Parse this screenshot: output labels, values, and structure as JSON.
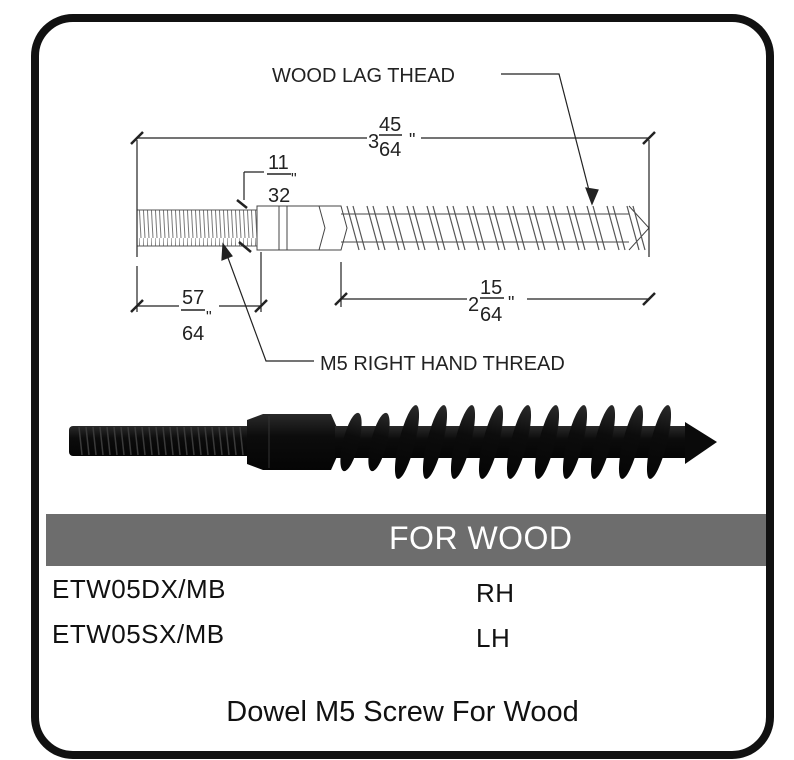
{
  "drawing": {
    "callout_lag": "WOOD LAG THEAD",
    "callout_machine": "M5 RIGHT HAND THREAD",
    "dim_total": {
      "whole": "3",
      "num": "45",
      "den": "64",
      "unit": "\""
    },
    "dim_collar": {
      "num": "11",
      "den": "32",
      "unit": "\""
    },
    "dim_machine": {
      "num": "57",
      "den": "64",
      "unit": "\""
    },
    "dim_lag": {
      "whole": "2",
      "num": "15",
      "den": "64",
      "unit": "\""
    }
  },
  "banner": {
    "label": "FOR WOOD"
  },
  "rows": [
    {
      "code": "ETW05DX/MB",
      "hand": "RH"
    },
    {
      "code": "ETW05SX/MB",
      "hand": "LH"
    }
  ],
  "caption": "Dowel M5 Screw For Wood",
  "colors": {
    "banner": "#6d6d6d",
    "frame": "#111111",
    "screw": "#141414"
  }
}
